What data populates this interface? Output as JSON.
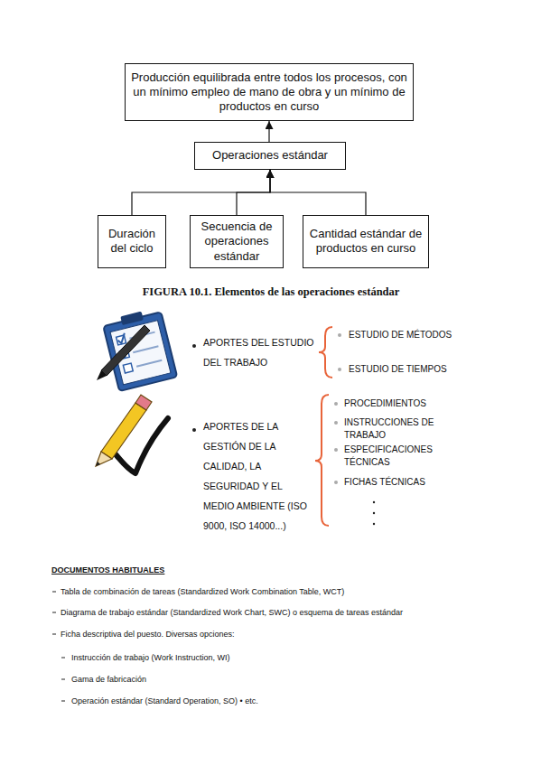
{
  "diagram": {
    "caption": "FIGURA 10.1. Elementos de las operaciones estándar",
    "nodes": [
      {
        "text": [
          "Producción equilibrada entre todos los procesos, con un mínimo empleo de mano de obra y un mínimo de productos en curso"
        ]
      },
      {
        "text": [
          "Operaciones estándar"
        ]
      },
      {
        "text": [
          "Duración del ciclo"
        ]
      },
      {
        "text": [
          "Secuencia de operaciones estándar"
        ]
      },
      {
        "text": [
          "Cantidad estándar de productos en curso"
        ]
      }
    ],
    "edges": [
      {
        "from": 1,
        "to": 0,
        "arrow": "to"
      },
      {
        "from": 2,
        "to": 1,
        "arrow": "to"
      },
      {
        "from": 3,
        "to": 1,
        "arrow": "to"
      },
      {
        "from": 4,
        "to": 1,
        "arrow": "to"
      }
    ],
    "labels": [
      "APORTES DEL ESTUDIO DEL TRABAJO",
      "ESTUDIO DE MÉTODOS",
      "ESTUDIO DE TIEMPOS",
      "APORTES DE LA GESTIÓN DE LA CALIDAD, LA SEGURIDAD Y EL MEDIO AMBIENTE (ISO 9000, ISO 14000...)",
      "PROCEDIMIENTOS",
      "INSTRUCCIONES DE TRABAJO",
      "ESPECIFICACIONES TÉCNICAS",
      "FICHAS TÉCNICAS",
      "DOCUMENTOS HABITUALES",
      "Tabla de combinación de tareas (Standardized Work Combination Table, WCT)",
      "Diagrama de trabajo estándar (Standardized Work Chart, SWC) o esquema de tareas estándar",
      "Ficha descriptiva del puesto. Diversas opciones:",
      "Instrucción de trabajo (Work Instruction, WI)",
      "Gama de fabricación",
      "Operación estándar (Standard Operation, SO) • etc."
    ]
  }
}
